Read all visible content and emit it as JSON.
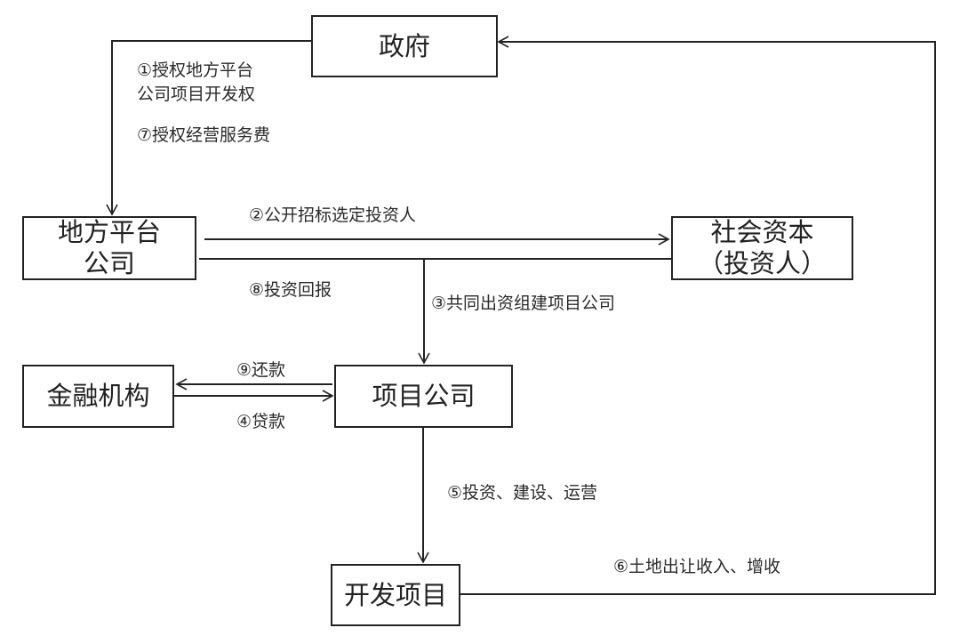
{
  "nodes": {
    "government": "政府",
    "local_platform": [
      "地方平台",
      "公司"
    ],
    "social_capital": [
      "社会资本",
      "（投资人）"
    ],
    "financial_institution": "金融机构",
    "project_company": "项目公司",
    "development_project": "开发项目"
  },
  "edges": {
    "e1_line1": "①授权地方平台",
    "e1_line2": "公司项目开发权",
    "e7": "⑦授权经营服务费",
    "e2": "②公开招标选定投资人",
    "e8": "⑧投资回报",
    "e3": "③共同出资组建项目公司",
    "e9": "⑨还款",
    "e4": "④贷款",
    "e5": "⑤投资、建设、运营",
    "e6": "⑥土地出让收入、增收"
  },
  "colors": {
    "line": "#222222",
    "background": "#ffffff"
  }
}
